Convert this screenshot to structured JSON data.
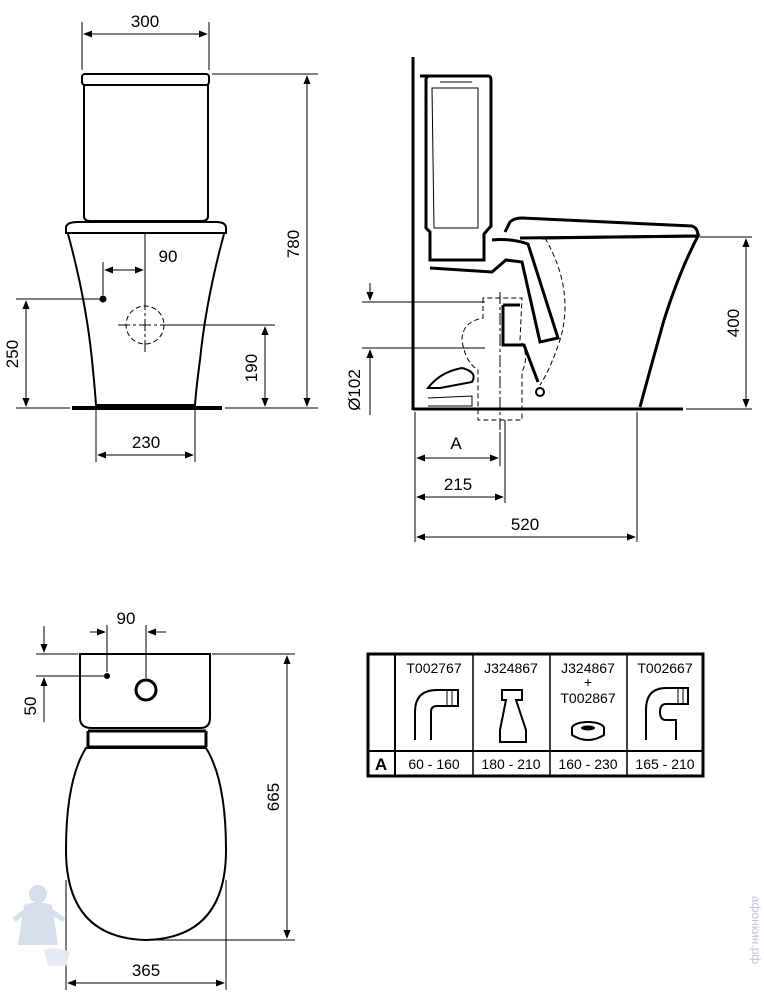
{
  "dimensions": {
    "front_top_width": "300",
    "front_height": "780",
    "front_inlet_offset": "90",
    "front_inlet_height": "250",
    "front_outlet_height": "190",
    "front_base_width": "230",
    "side_height": "400",
    "side_pipe_diameter": "Ø102",
    "side_dim_a": "A",
    "side_215": "215",
    "side_520": "520",
    "top_inlet_offset": "90",
    "top_inlet_depth": "50",
    "top_length": "665",
    "top_width": "365"
  },
  "connector_table": {
    "row_label": "A",
    "columns": [
      {
        "code": "T002767",
        "code2": "",
        "plus": "",
        "range": "60 - 160"
      },
      {
        "code": "J324867",
        "code2": "",
        "plus": "",
        "range": "180 - 210"
      },
      {
        "code": "J324867",
        "code2": "T002867",
        "plus": "+",
        "range": "160 - 230"
      },
      {
        "code": "T002667",
        "code2": "",
        "plus": "",
        "range": "165 - 210"
      }
    ]
  },
  "watermark": "афонкин.рф"
}
